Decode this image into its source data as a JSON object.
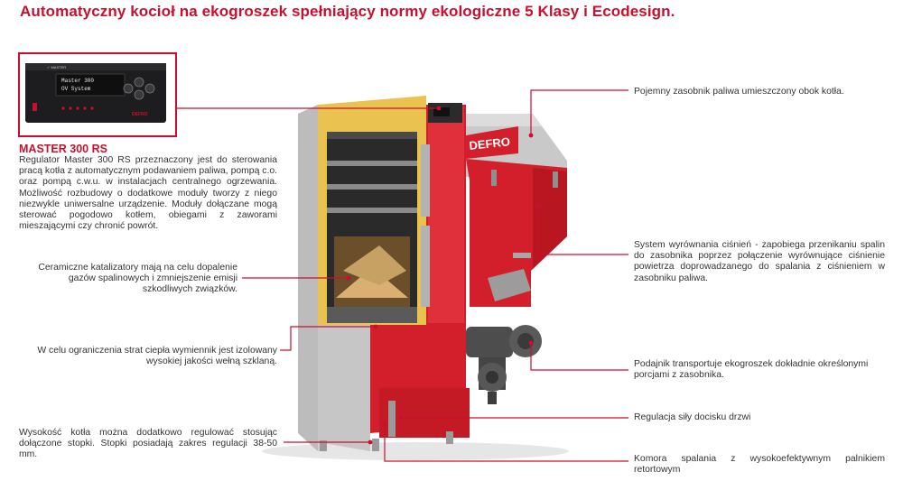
{
  "title": "Automatyczny kocioł na ekogroszek spełniający normy ekologiczne 5 Klasy i Ecodesign.",
  "controller": {
    "name": "MASTER 300 RS",
    "description": "Regulator Master 300 RS przeznaczony jest do sterowania pracą kotła z automatycznym podawaniem paliwa, pompą c.o. oraz pompą c.w.u. w instalacjach centralnego ogrzewania. Możliwość rozbudowy o dodatkowe moduły tworzy z niego niezwykle uniwersalne urządzenie. Moduły dołączane mogą sterować pogodowo kotłem, obiegami z zaworami mieszającymi czy chronić powrót.",
    "screen_line1": "Master 300",
    "screen_line2": "OV System",
    "panel_brand": "DEFRO"
  },
  "boiler_brand": "DEFRO",
  "annotations": {
    "ceramic": "Ceramiczne katalizatory mają na celu dopalenie gazów spalinowych i zmniejszenie emisji szkodliwych związków.",
    "insulation": "W celu ograniczenia strat ciepła wymiennik jest izolowany wysokiej jakości wełną szklaną.",
    "feet": "Wysokość kotła można dodatkowo regulować stosując dołączone stopki. Stopki posiadają zakres regulacji 38-50 mm.",
    "hopper": "Pojemny zasobnik paliwa umieszczony obok kotła.",
    "pressure": "System wyrównania ciśnień - zapobiega przenikaniu spalin do zasobnika poprzez połączenie wyrównujące ciśnienie powietrza doprowadzanego do spalania z ciśnieniem w zasobniku paliwa.",
    "feeder": "Podajnik transportuje ekogroszek dokładnie określonymi porcjami z zasobnika.",
    "door": "Regulacja siły docisku drzwi",
    "chamber": "Komora spalania z wysokoefektywnym palnikiem retortowym"
  },
  "colors": {
    "accent": "#c8102e",
    "boiler_red": "#d21f2b",
    "insulation": "#e9c250"
  }
}
